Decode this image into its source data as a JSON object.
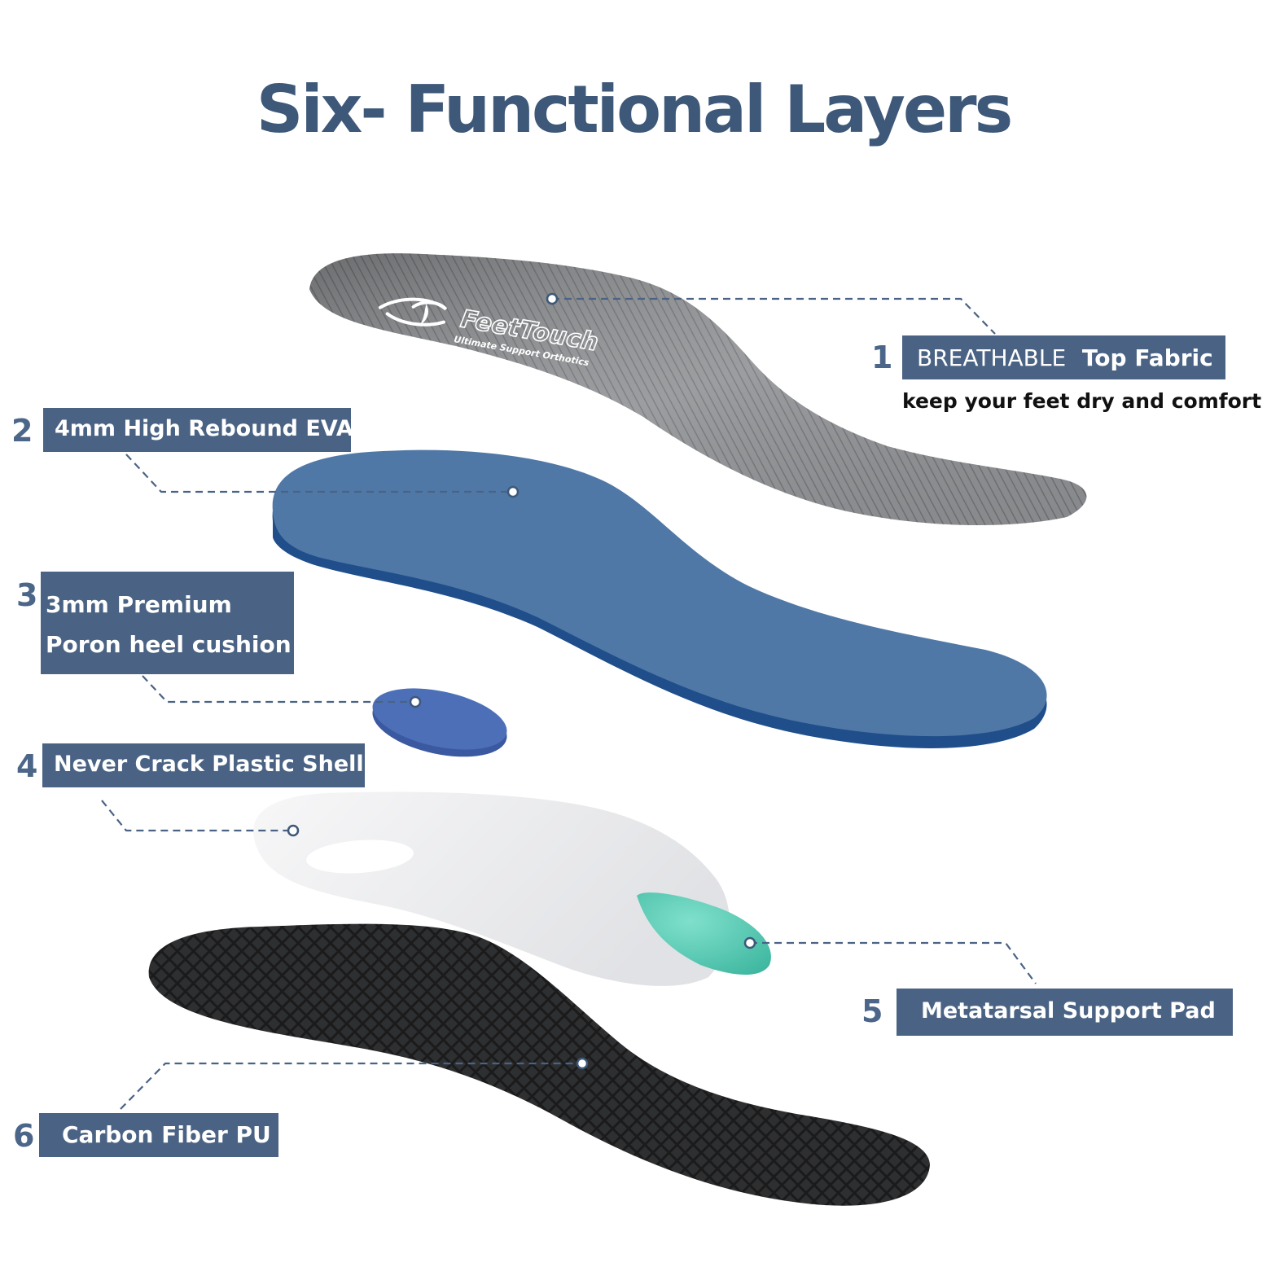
{
  "title": "Six- Functional Layers",
  "brand": {
    "name": "FeetTouch",
    "tagline": "Ultimate Support Orthotics"
  },
  "layers": [
    {
      "number": "1",
      "label_light": "BREATHABLE",
      "label_bold": "Top Fabric",
      "description": "keep your feet dry and comfort"
    },
    {
      "number": "2",
      "label": "4mm High Rebound EVA"
    },
    {
      "number": "3",
      "label_line1": "3mm Premium",
      "label_line2": "Poron heel cushion"
    },
    {
      "number": "4",
      "label": "Never Crack Plastic Shell"
    },
    {
      "number": "5",
      "label": "Metatarsal Support Pad"
    },
    {
      "number": "6",
      "label": "Carbon Fiber PU"
    }
  ],
  "colors": {
    "title": "#3d5878",
    "label_bg": "#4a6384",
    "top_fabric": "#8a8c8f",
    "eva": "#5078a6",
    "poron": "#4d6fb8",
    "shell": "#eeeef0",
    "metatarsal_pad": "#5fcfb8",
    "carbon": "#1a1a1a"
  }
}
